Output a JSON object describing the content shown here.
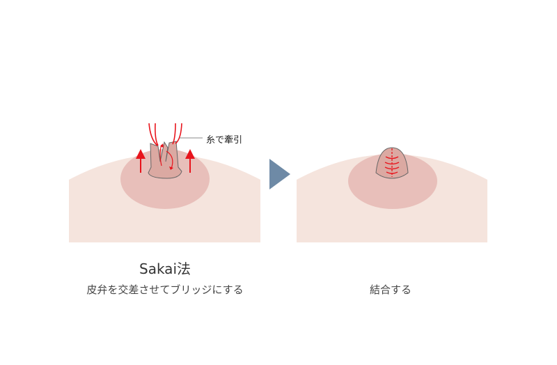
{
  "left_panel": {
    "title": "Sakai法",
    "description": "皮弁を交差させてブリッジにする",
    "annotation": "糸で牽引"
  },
  "right_panel": {
    "description": "結合する"
  },
  "colors": {
    "skin": "#f5e4dd",
    "areola": "#e8bfba",
    "nipple": "#dba9a2",
    "suture": "#e8141c",
    "arrow": "#6e8aa6"
  }
}
